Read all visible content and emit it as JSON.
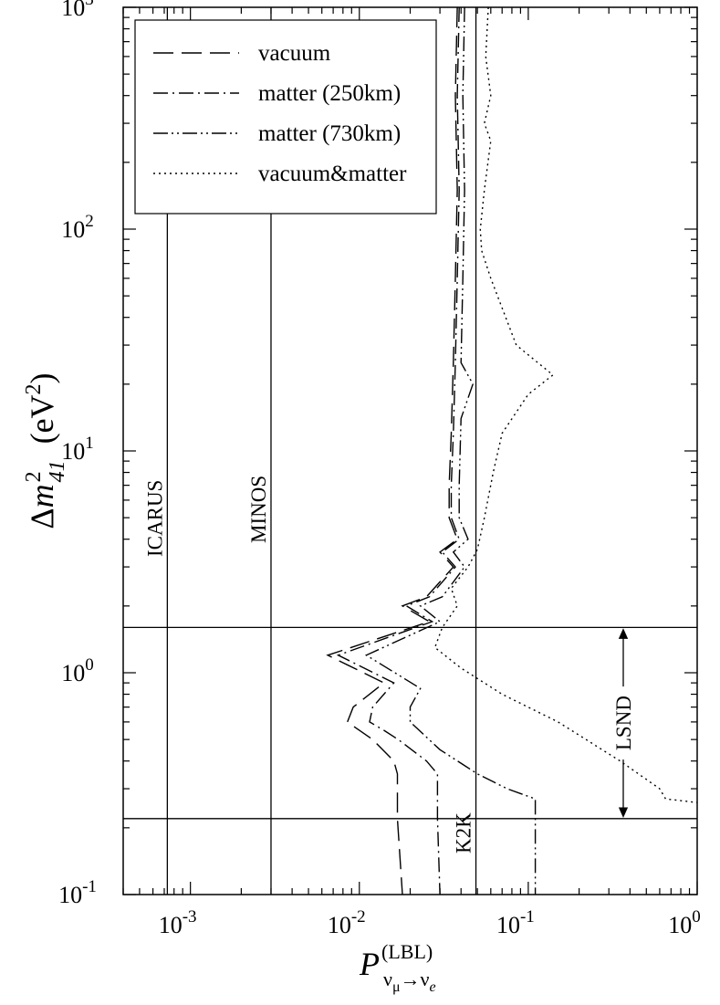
{
  "chart_data": {
    "type": "line",
    "xscale": "log",
    "yscale": "log",
    "xlim": [
      0.0004,
      1
    ],
    "ylim": [
      0.1,
      1000
    ],
    "grid": false,
    "legend_placement": "top-left",
    "x_ticks": [
      {
        "value": 0.001,
        "mantissa": "10",
        "exp": "-3"
      },
      {
        "value": 0.01,
        "mantissa": "10",
        "exp": "-2"
      },
      {
        "value": 0.1,
        "mantissa": "10",
        "exp": "-1"
      },
      {
        "value": 1,
        "mantissa": "10",
        "exp": "0"
      }
    ],
    "y_ticks": [
      {
        "value": 0.1,
        "mantissa": "10",
        "exp": "-1"
      },
      {
        "value": 1,
        "mantissa": "10",
        "exp": "0"
      },
      {
        "value": 10,
        "mantissa": "10",
        "exp": "1"
      },
      {
        "value": 100,
        "mantissa": "10",
        "exp": "2"
      },
      {
        "value": 1000,
        "mantissa": "10",
        "exp": "3"
      }
    ],
    "xlabel": {
      "main": "P",
      "sup": "(LBL)",
      "sub_nu1": "ν",
      "sub_mu": "μ",
      "arrow": "→",
      "sub_nu2": "ν",
      "sub_e": "e"
    },
    "ylabel": {
      "delta": "Δ",
      "m": "m",
      "sub": "41",
      "sup": "2",
      "unit_open": "(eV",
      "unit_sup": "2",
      "unit_close": ")"
    },
    "series": [
      {
        "name": "vacuum",
        "dash": "22,9",
        "points": [
          [
            0.038,
            1000
          ],
          [
            0.037,
            400
          ],
          [
            0.038,
            150
          ],
          [
            0.037,
            60
          ],
          [
            0.036,
            25
          ],
          [
            0.035,
            12
          ],
          [
            0.034,
            7
          ],
          [
            0.034,
            5
          ],
          [
            0.038,
            4
          ],
          [
            0.03,
            3.5
          ],
          [
            0.036,
            3
          ],
          [
            0.025,
            2.2
          ],
          [
            0.018,
            2
          ],
          [
            0.026,
            1.7
          ],
          [
            0.0065,
            1.2
          ],
          [
            0.014,
            0.9
          ],
          [
            0.0092,
            0.7
          ],
          [
            0.0085,
            0.6
          ],
          [
            0.01,
            0.55
          ],
          [
            0.012,
            0.5
          ],
          [
            0.016,
            0.4
          ],
          [
            0.0168,
            0.35
          ],
          [
            0.0168,
            0.22
          ],
          [
            0.018,
            0.1
          ]
        ]
      },
      {
        "name": "matter (250km)",
        "dash": "16,5,2,5",
        "points": [
          [
            0.039,
            1000
          ],
          [
            0.038,
            400
          ],
          [
            0.039,
            150
          ],
          [
            0.038,
            60
          ],
          [
            0.037,
            25
          ],
          [
            0.036,
            12
          ],
          [
            0.035,
            7
          ],
          [
            0.035,
            5
          ],
          [
            0.039,
            4
          ],
          [
            0.031,
            3.5
          ],
          [
            0.037,
            3
          ],
          [
            0.026,
            2.2
          ],
          [
            0.019,
            2
          ],
          [
            0.027,
            1.7
          ],
          [
            0.0075,
            1.2
          ],
          [
            0.016,
            0.9
          ],
          [
            0.012,
            0.7
          ],
          [
            0.0115,
            0.6
          ],
          [
            0.014,
            0.55
          ],
          [
            0.017,
            0.5
          ],
          [
            0.025,
            0.4
          ],
          [
            0.029,
            0.35
          ],
          [
            0.029,
            0.22
          ],
          [
            0.03,
            0.1
          ]
        ]
      },
      {
        "name": "matter (730km)",
        "dash": "16,4,2,4,2,4",
        "points": [
          [
            0.042,
            1000
          ],
          [
            0.041,
            400
          ],
          [
            0.042,
            150
          ],
          [
            0.041,
            60
          ],
          [
            0.04,
            25
          ],
          [
            0.047,
            20
          ],
          [
            0.04,
            14
          ],
          [
            0.039,
            7
          ],
          [
            0.039,
            5
          ],
          [
            0.044,
            4
          ],
          [
            0.036,
            3.5
          ],
          [
            0.042,
            3
          ],
          [
            0.031,
            2.2
          ],
          [
            0.023,
            2
          ],
          [
            0.03,
            1.7
          ],
          [
            0.011,
            1.2
          ],
          [
            0.023,
            0.85
          ],
          [
            0.02,
            0.7
          ],
          [
            0.02,
            0.6
          ],
          [
            0.03,
            0.45
          ],
          [
            0.05,
            0.35
          ],
          [
            0.075,
            0.3
          ],
          [
            0.11,
            0.27
          ],
          [
            0.11,
            0.1
          ]
        ]
      },
      {
        "name": "vacuum&matter",
        "dash": "2,4",
        "points": [
          [
            0.058,
            1000
          ],
          [
            0.056,
            600
          ],
          [
            0.06,
            400
          ],
          [
            0.055,
            300
          ],
          [
            0.06,
            250
          ],
          [
            0.055,
            150
          ],
          [
            0.052,
            100
          ],
          [
            0.053,
            80
          ],
          [
            0.06,
            60
          ],
          [
            0.085,
            30
          ],
          [
            0.14,
            22
          ],
          [
            0.1,
            18
          ],
          [
            0.07,
            12
          ],
          [
            0.062,
            8
          ],
          [
            0.055,
            5
          ],
          [
            0.05,
            3.6
          ],
          [
            0.044,
            3
          ],
          [
            0.035,
            2.4
          ],
          [
            0.038,
            2
          ],
          [
            0.031,
            1.6
          ],
          [
            0.028,
            1.3
          ],
          [
            0.032,
            1.2
          ],
          [
            0.04,
            1.05
          ],
          [
            0.07,
            0.8
          ],
          [
            0.15,
            0.6
          ],
          [
            0.35,
            0.4
          ],
          [
            0.6,
            0.3
          ],
          [
            0.65,
            0.27
          ],
          [
            1.0,
            0.26
          ]
        ]
      }
    ],
    "vertical_lines": [
      {
        "name": "ICARUS",
        "x": 0.00073
      },
      {
        "name": "MINOS",
        "x": 0.003
      },
      {
        "name": "K2K",
        "x": 0.049
      }
    ],
    "horizontal_lines": [
      1.6,
      0.22
    ],
    "annotations": {
      "lsnd_label": "LSND",
      "lsnd_range": [
        0.22,
        1.6
      ]
    }
  }
}
